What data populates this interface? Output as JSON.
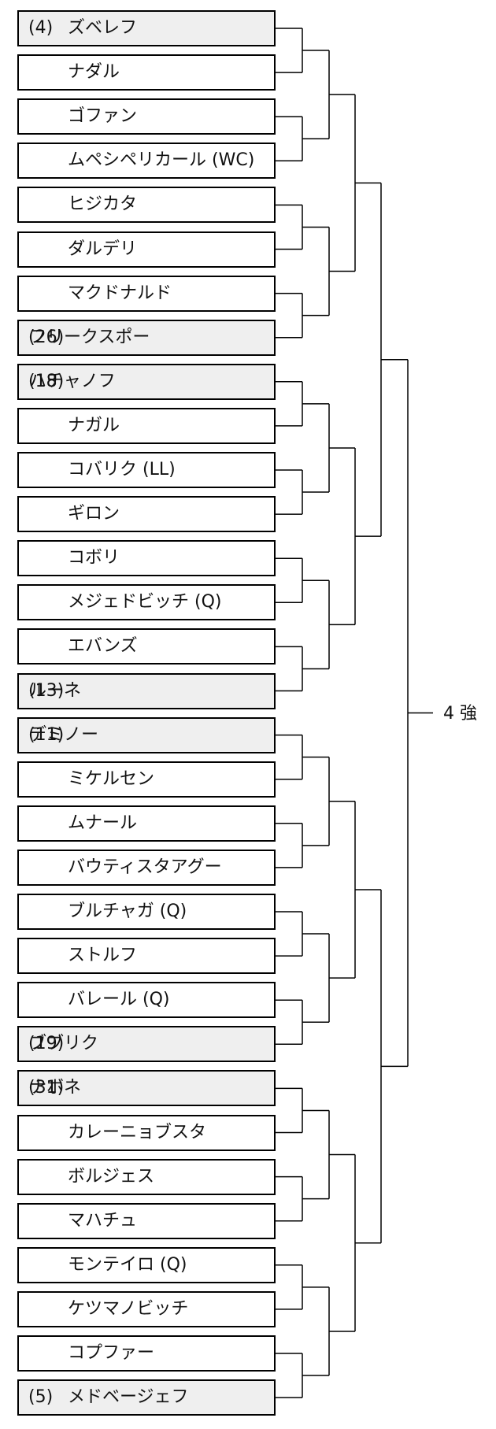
{
  "result_label": "4 強",
  "players": [
    {
      "seed": "(4)",
      "name": "ズベレフ"
    },
    {
      "seed": "",
      "name": "ナダル"
    },
    {
      "seed": "",
      "name": "ゴファン"
    },
    {
      "seed": "",
      "name": "ムペシペリカール (WC)"
    },
    {
      "seed": "",
      "name": "ヒジカタ"
    },
    {
      "seed": "",
      "name": "ダルデリ"
    },
    {
      "seed": "",
      "name": "マクドナルド"
    },
    {
      "seed": "(26)",
      "name": "フリークスポー"
    },
    {
      "seed": "(18)",
      "name": "ハチャノフ"
    },
    {
      "seed": "",
      "name": "ナガル"
    },
    {
      "seed": "",
      "name": "コバリク (LL)"
    },
    {
      "seed": "",
      "name": "ギロン"
    },
    {
      "seed": "",
      "name": "コボリ"
    },
    {
      "seed": "",
      "name": "メジェドビッチ (Q)"
    },
    {
      "seed": "",
      "name": "エバンズ"
    },
    {
      "seed": "(13)",
      "name": "ルーネ"
    },
    {
      "seed": "(11)",
      "name": "デミノー"
    },
    {
      "seed": "",
      "name": "ミケルセン"
    },
    {
      "seed": "",
      "name": "ムナール"
    },
    {
      "seed": "",
      "name": "バウティスタアグー"
    },
    {
      "seed": "",
      "name": "ブルチャガ (Q)"
    },
    {
      "seed": "",
      "name": "ストルフ"
    },
    {
      "seed": "",
      "name": "バレール (Q)"
    },
    {
      "seed": "(19)",
      "name": "ブブリク"
    },
    {
      "seed": "(31)",
      "name": "ナボネ"
    },
    {
      "seed": "",
      "name": "カレーニョブスタ"
    },
    {
      "seed": "",
      "name": "ボルジェス"
    },
    {
      "seed": "",
      "name": "マハチュ"
    },
    {
      "seed": "",
      "name": "モンテイロ (Q)"
    },
    {
      "seed": "",
      "name": "ケツマノビッチ"
    },
    {
      "seed": "",
      "name": "コプファー"
    },
    {
      "seed": "(5)",
      "name": "メドベージェフ"
    }
  ]
}
